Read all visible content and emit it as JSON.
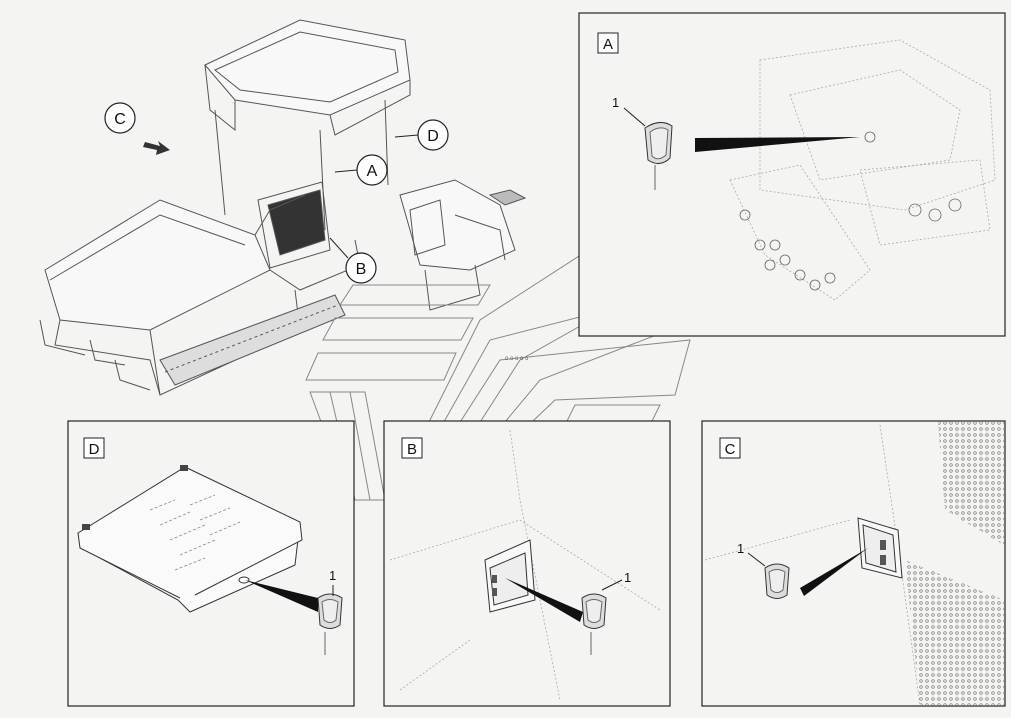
{
  "callouts": {
    "A": "A",
    "B": "B",
    "C": "C",
    "D": "D"
  },
  "panels": {
    "A": {
      "letter": "A",
      "item": "1"
    },
    "B": {
      "letter": "B",
      "item": "1"
    },
    "C": {
      "letter": "C",
      "item": "1"
    },
    "D": {
      "letter": "D",
      "item": "1"
    }
  },
  "colors": {
    "line": "#2a2a2a",
    "light": "#8a8a8a",
    "bg": "#f4f4f2"
  },
  "icons": {
    "machine": "asphalt-paver-illustration",
    "part": "reflector-icon",
    "direction": "view-direction-arrow-icon"
  }
}
